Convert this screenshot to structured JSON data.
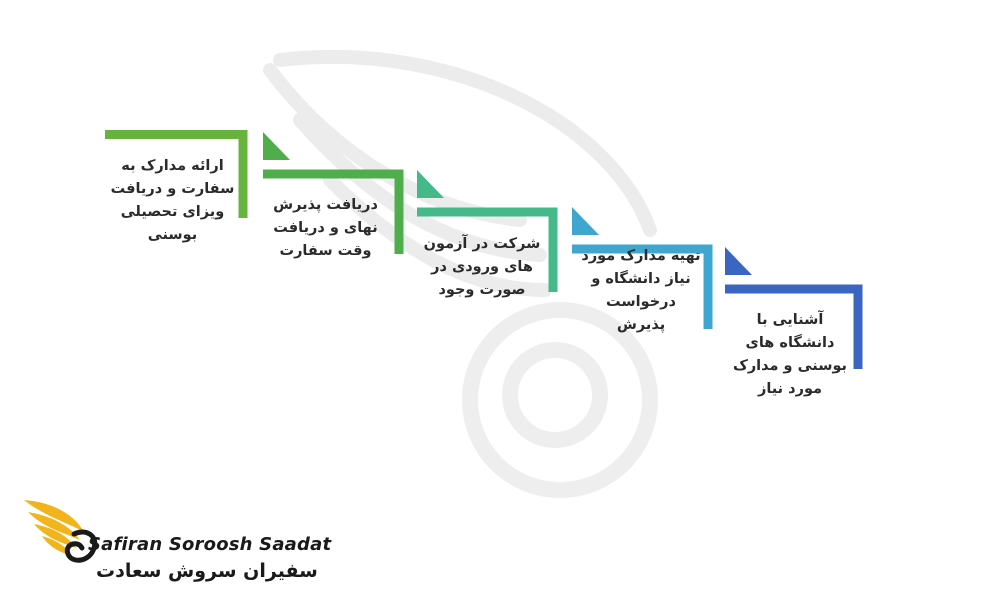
{
  "steps": [
    {
      "text": "آشنایی با\nدانشگاه های\nبوسنی و مدارک\nمورد نیاز",
      "color": "#3a66c2"
    },
    {
      "text": "تهیه مدارک مورد\nنیاز دانشگاه و\nدرخواست\nپذیرش",
      "color": "#3fa7cf"
    },
    {
      "text": "شرکت در آزمون\nهای ورودی در\nصورت وجود",
      "color": "#45b98a"
    },
    {
      "text": "دریافت پذیرش\nنهای و دریافت\nوقت سفارت",
      "color": "#4fae4b"
    },
    {
      "text": "ارائه مدارک به\nسفارت و دریافت\nویزای تحصیلی\nبوسنی",
      "color": "#68b33e"
    }
  ],
  "brand": {
    "name_en": "Safiran Soroosh Saadat",
    "name_fa": "سفیران سروش سعادت",
    "logo_color": "#f2b41c"
  }
}
